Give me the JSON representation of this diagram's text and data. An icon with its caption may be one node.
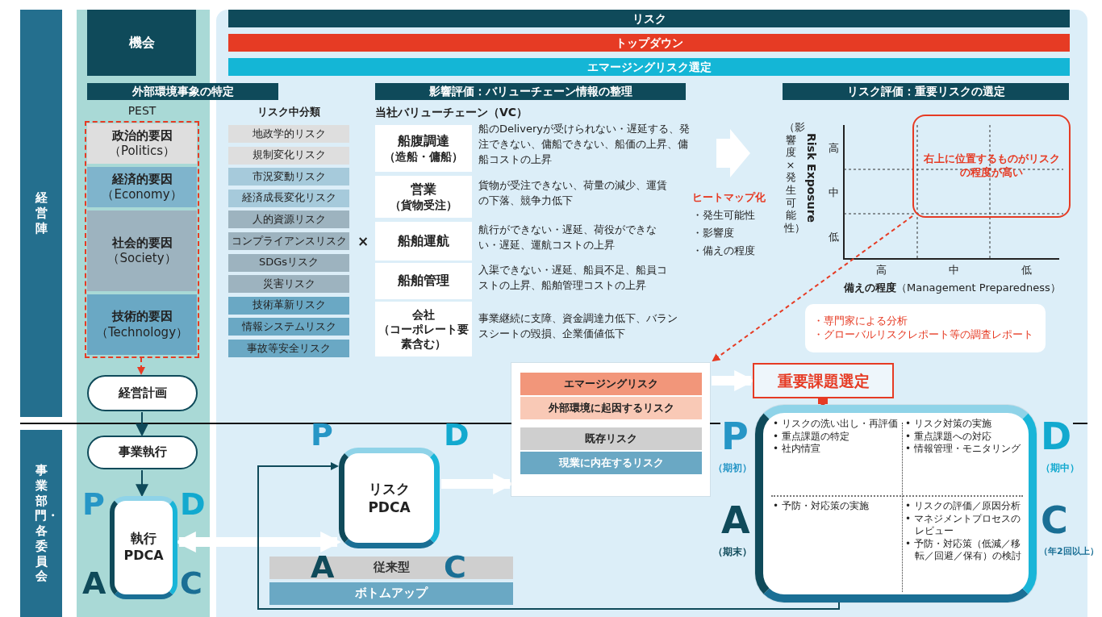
{
  "diagram": {
    "nodes": [
      {
        "text": [
          "経営陣"
        ]
      },
      {
        "text": [
          "事業部門・各委員会"
        ]
      },
      {
        "text": [
          "機会"
        ]
      },
      {
        "text": [
          "リスク"
        ]
      },
      {
        "text": [
          "トップダウン"
        ]
      },
      {
        "text": [
          "エマージングリスク選定"
        ]
      },
      {
        "text": [
          "外部環境事象の特定"
        ]
      },
      {
        "text": [
          "影響評価：バリューチェーン情報の整理"
        ]
      },
      {
        "text": [
          "リスク評価：重要リスクの選定"
        ]
      },
      {
        "text": [
          "PEST"
        ]
      },
      {
        "text": [
          "政治的要因",
          "（Politics）"
        ],
        "in": 9
      },
      {
        "text": [
          "経済的要因",
          "（Economy）"
        ],
        "in": 9
      },
      {
        "text": [
          "社会的要因",
          "（Society）"
        ],
        "in": 9
      },
      {
        "text": [
          "技術的要因",
          "（Technology）"
        ],
        "in": 9
      },
      {
        "text": [
          "経営計画"
        ]
      },
      {
        "text": [
          "事業執行"
        ]
      },
      {
        "text": [
          "執行 PDCA"
        ],
        "beside": [
          "P",
          "D",
          "A",
          "C"
        ]
      },
      {
        "text": [
          "地政学的リスク"
        ]
      },
      {
        "text": [
          "規制変化リスク"
        ]
      },
      {
        "text": [
          "市況変動リスク"
        ]
      },
      {
        "text": [
          "経済成長変化リスク"
        ]
      },
      {
        "text": [
          "人的資源リスク"
        ]
      },
      {
        "text": [
          "コンプライアンスリスク"
        ]
      },
      {
        "text": [
          "SDGsリスク"
        ]
      },
      {
        "text": [
          "災害リスク"
        ]
      },
      {
        "text": [
          "技術革新リスク"
        ]
      },
      {
        "text": [
          "情報システムリスク"
        ]
      },
      {
        "text": [
          "事故等安全リスク"
        ]
      },
      {
        "text": [
          "船腹調達",
          "（造船・傭船）"
        ],
        "beside": [
          "船のDeliveryが受けられない・遅延する、発注できない、傭船できない、船価の上昇、傭船コストの上昇"
        ]
      },
      {
        "text": [
          "営業",
          "（貨物受注）"
        ],
        "beside": [
          "貨物が受注できない、荷量の減少、運賃の下落、競争力低下"
        ]
      },
      {
        "text": [
          "船舶運航"
        ],
        "beside": [
          "航行ができない・遅延、荷役ができない・遅延、運航コストの上昇"
        ]
      },
      {
        "text": [
          "船舶管理"
        ],
        "beside": [
          "入渠できない・遅延、船員不足、船員コストの上昇、船舶管理コストの上昇"
        ]
      },
      {
        "text": [
          "会社",
          "（コーポレート要素含む）"
        ],
        "beside": [
          "事業継続に支障、資金調達力低下、バランスシートの毀損、企業価値低下"
        ]
      },
      {
        "text": [
          "右上に位置するものがリスクの程度が高い"
        ]
      },
      {
        "text": [
          "・専門家による分析",
          "・グローバルリスクレポート等の調査レポート"
        ]
      },
      {
        "text": [],
        "shape": "box"
      },
      {
        "text": [
          "エマージングリスク"
        ],
        "in": 35
      },
      {
        "text": [
          "外部環境に起因するリスク"
        ],
        "in": 35
      },
      {
        "text": [
          "既存リスク"
        ],
        "in": 35
      },
      {
        "text": [
          "現業に内在するリスク"
        ],
        "in": 35
      },
      {
        "text": [
          "重要課題選定"
        ]
      },
      {
        "text": [],
        "shape": "box",
        "beside": [
          "P",
          "（期初）",
          "D",
          "（期中）",
          "A",
          "（期末）",
          "C",
          "（年2回以上）"
        ]
      },
      {
        "text": [
          "• リスクの洗い出し・再評価",
          "• 重点課題の特定",
          "• 社内情宣"
        ],
        "in": 41
      },
      {
        "text": [
          "• リスク対策の実施",
          "• 重点課題への対応",
          "• 情報管理・モニタリング"
        ],
        "in": 41
      },
      {
        "text": [
          "• 予防・対応策の実施"
        ],
        "in": 41
      },
      {
        "text": [
          "• リスクの評価／原因分析",
          "• マネジメントプロセスのレビュー",
          "• 予防・対応策（低減／移転／回避／保有）の検討"
        ],
        "in": 41
      },
      {
        "text": [
          "リスク PDCA"
        ],
        "beside": [
          "P",
          "D",
          "A",
          "C"
        ]
      },
      {
        "text": [
          "従来型"
        ]
      },
      {
        "text": [
          "ボトムアップ"
        ]
      }
    ],
    "edges": [
      {
        "from": 9,
        "to": 14,
        "arrow": "to",
        "style": "dashed",
        "color": "#e63b24"
      },
      {
        "from": 14,
        "to": 15,
        "arrow": "to",
        "color": "#0f4a5a"
      },
      {
        "from": 15,
        "to": 16,
        "arrow": "to",
        "color": "#0f4a5a"
      },
      {
        "from": 16,
        "to": 46,
        "arrow": "both",
        "style": "thick",
        "color": "#ffffff"
      },
      {
        "from": 46,
        "to": 35,
        "arrow": "to",
        "style": "thick",
        "color": "#ffffff"
      },
      {
        "from": 35,
        "to": 40,
        "arrow": "to",
        "style": "thick",
        "color": "#ffffff"
      },
      {
        "from": 40,
        "to": 41,
        "arrow": "to",
        "style": "thick",
        "color": "#e63b24"
      },
      {
        "from": 41,
        "to": 46,
        "arrow": "to",
        "color": "#0f4a5a"
      },
      {
        "from": 33,
        "to": 35,
        "arrow": "to",
        "style": "dashed",
        "color": "#e63b24"
      }
    ],
    "labels": [
      "リスク中分類",
      "×",
      "当社バリューチェーン（VC）",
      "ヒートマップ化",
      "・発生可能性",
      "・影響度",
      "・備えの程度",
      "Risk Exposure",
      "（影響度×発生可能性）",
      "高",
      "中",
      "低",
      "高",
      "中",
      "低",
      "**備えの程度**（Management Preparedness）"
    ]
  }
}
